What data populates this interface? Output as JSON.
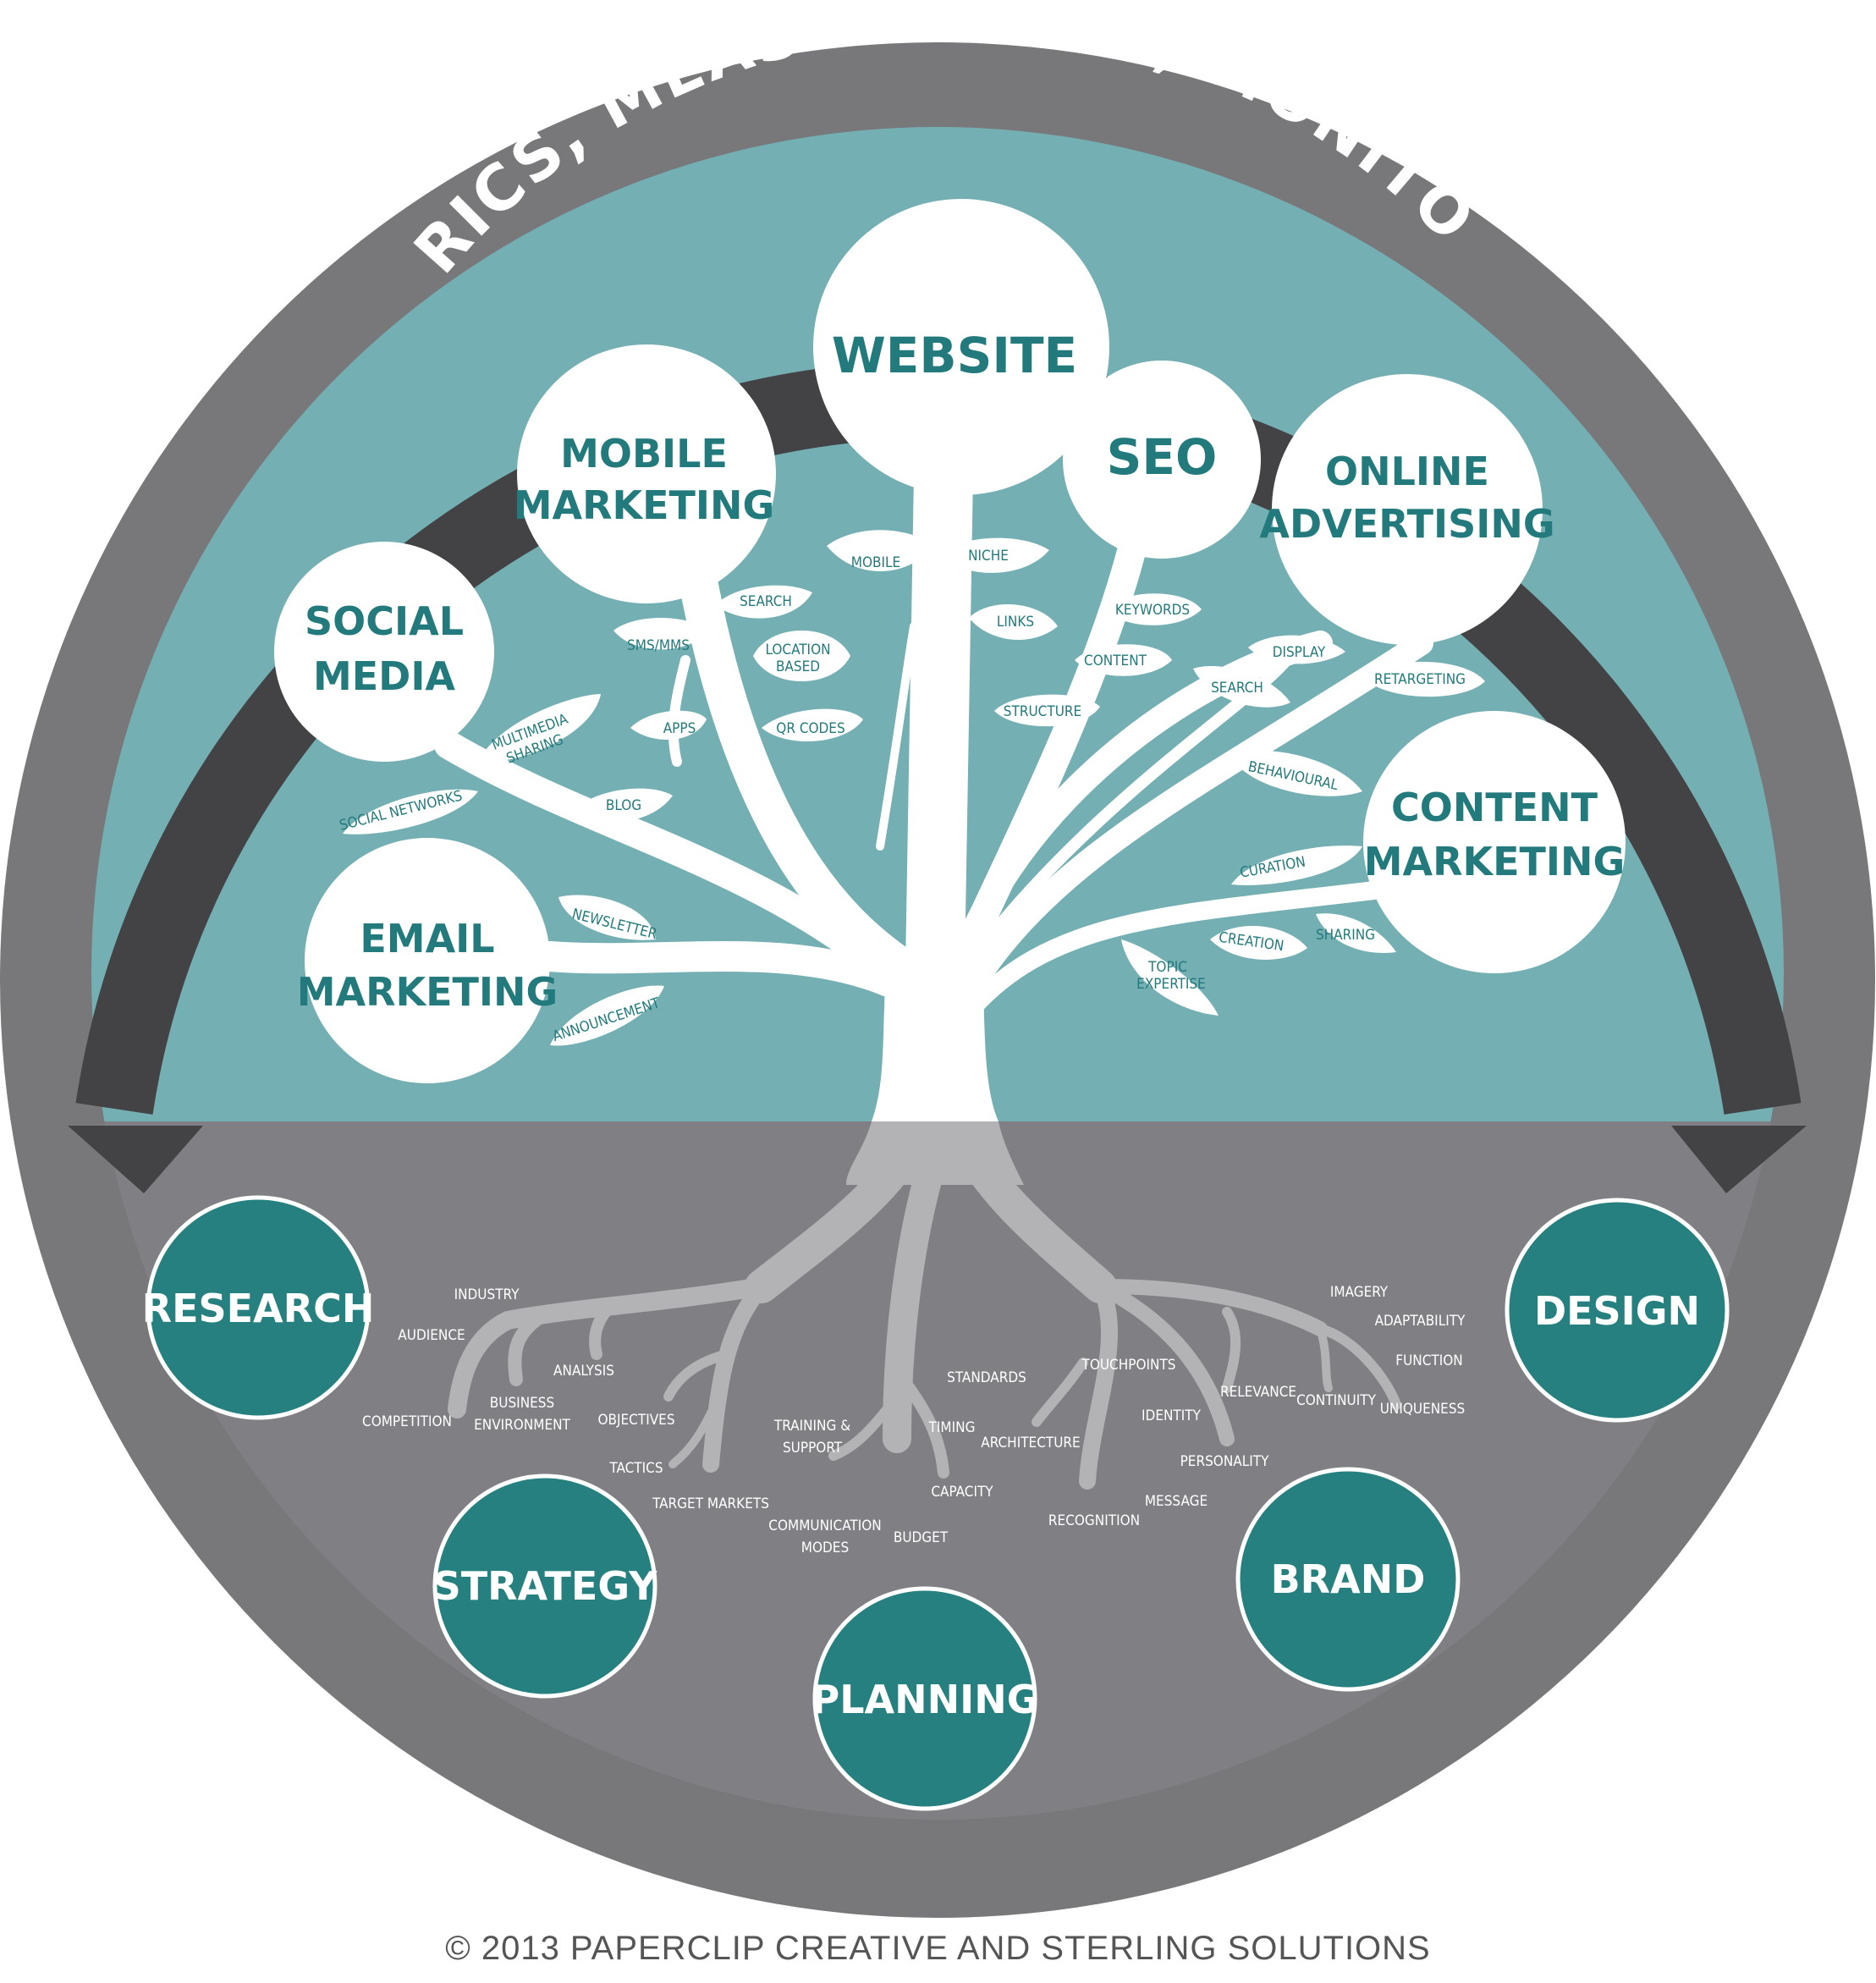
{
  "arc_title": "METRICS, MEASUREMENT, MONITORING",
  "branches": {
    "website": "WEBSITE",
    "seo": "SEO",
    "mobile": [
      "MOBILE",
      "MARKETING"
    ],
    "online": [
      "ONLINE",
      "ADVERTISING"
    ],
    "social": [
      "SOCIAL",
      "MEDIA"
    ],
    "content": [
      "CONTENT",
      "MARKETING"
    ],
    "email": [
      "EMAIL",
      "MARKETING"
    ]
  },
  "leaves": {
    "mobile": "MOBILE",
    "niche": "NICHE",
    "search_mobile": "SEARCH",
    "sms": "SMS/MMS",
    "location": [
      "LOCATION",
      "BASED"
    ],
    "apps": "APPS",
    "qr": "QR CODES",
    "links": "LINKS",
    "keywords": "KEYWORDS",
    "content": "CONTENT",
    "structure": "STRUCTURE",
    "display": "DISPLAY",
    "search_ads": "SEARCH",
    "retargeting": "RETARGETING",
    "behavioural": "BEHAVIOURAL",
    "multimedia": [
      "MULTIMEDIA",
      "SHARING"
    ],
    "social_networks": "SOCIAL NETWORKS",
    "blog": "BLOG",
    "curation": "CURATION",
    "creation": "CREATION",
    "sharing": "SHARING",
    "topic": [
      "TOPIC",
      "EXPERTISE"
    ],
    "newsletter": "NEWSLETTER",
    "announcement": "ANNOUNCEMENT"
  },
  "roots": {
    "research": "RESEARCH",
    "strategy": "STRATEGY",
    "planning": "PLANNING",
    "brand": "BRAND",
    "design": "DESIGN"
  },
  "root_words": {
    "industry": "INDUSTRY",
    "audience": "AUDIENCE",
    "analysis": "ANALYSIS",
    "competition": "COMPETITION",
    "business": [
      "BUSINESS",
      "ENVIRONMENT"
    ],
    "objectives": "OBJECTIVES",
    "tactics": "TACTICS",
    "target": "TARGET  MARKETS",
    "training": [
      "TRAINING &",
      "SUPPORT"
    ],
    "timing": "TIMING",
    "standards": "STANDARDS",
    "architecture": "ARCHITECTURE",
    "capacity": "CAPACITY",
    "communication": [
      "COMMUNICATION",
      "MODES"
    ],
    "budget": "BUDGET",
    "touchpoints": "TOUCHPOINTS",
    "identity": "IDENTITY",
    "personality": "PERSONALITY",
    "message": "MESSAGE",
    "recognition": "RECOGNITION",
    "relevance": "RELEVANCE",
    "continuity": "CONTINUITY",
    "imagery": "IMAGERY",
    "adaptability": "ADAPTABILITY",
    "function": "FUNCTION",
    "uniqueness": "UNIQUENESS"
  },
  "copyright": "© 2013 PAPERCLIP CREATIVE AND STERLING SOLUTIONS",
  "colors": {
    "outer_ring": "#78787b",
    "sky": "#74afb3",
    "ground": "#808084",
    "arrow": "#434345",
    "root_circle": "#26807f",
    "teal_text": "#227a7c",
    "tree": "#ffffff",
    "roots": "#b3b3b5"
  }
}
